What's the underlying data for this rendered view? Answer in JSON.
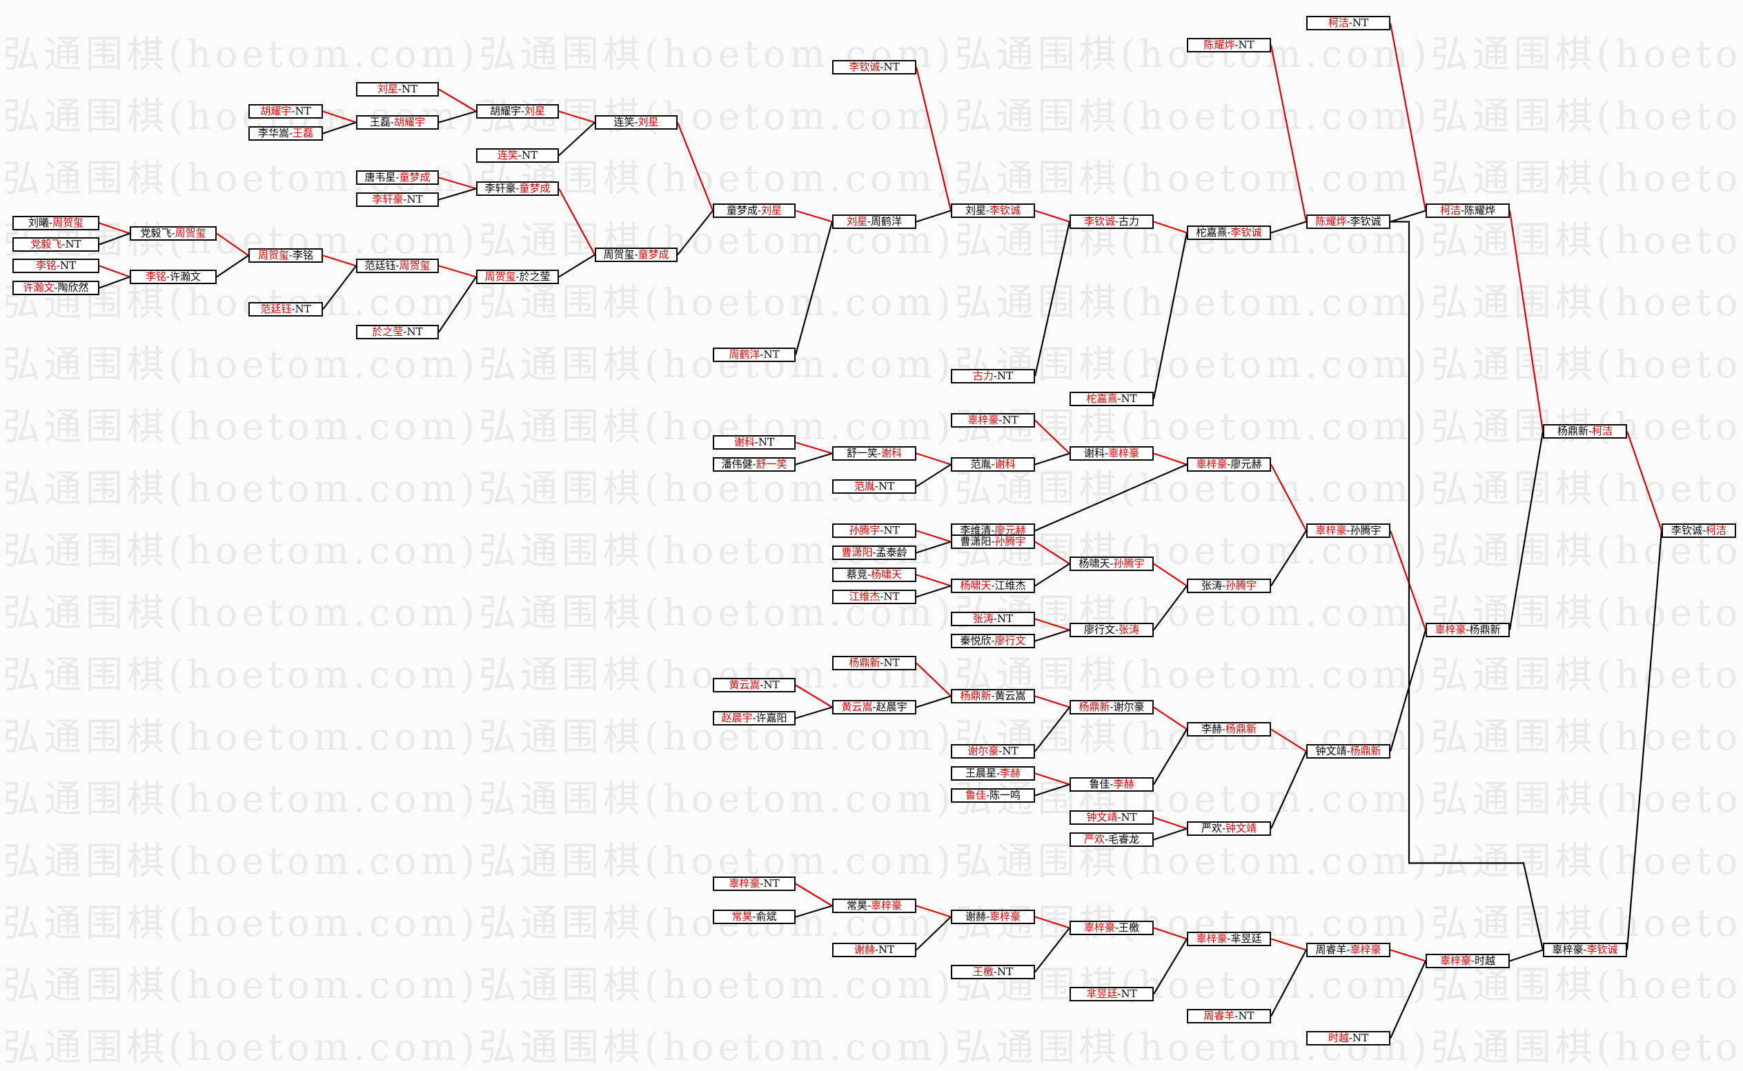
{
  "watermark": "弘通围棋(hoetom.com)",
  "colors": {
    "winner": "#e00000",
    "loser": "#000000"
  },
  "nodes": {
    "A1": {
      "a": "刘曦",
      "b": "周贺玺",
      "w": "b"
    },
    "A2": {
      "a": "党毅飞",
      "b": "NT",
      "w": "a"
    },
    "A3": {
      "a": "李铭",
      "b": "NT",
      "w": "a"
    },
    "A4": {
      "a": "许瀚文",
      "b": "陶欣然",
      "w": "a"
    },
    "B1": {
      "a": "党毅飞",
      "b": "周贺玺",
      "w": "b"
    },
    "B2": {
      "a": "李铭",
      "b": "许瀚文",
      "w": "a"
    },
    "C1": {
      "a": "胡耀宇",
      "b": "NT",
      "w": "a"
    },
    "C2": {
      "a": "李华嵩",
      "b": "王磊",
      "w": "b"
    },
    "C3": {
      "a": "周贺玺",
      "b": "李铭",
      "w": "a"
    },
    "C4": {
      "a": "范廷钰",
      "b": "NT",
      "w": "a"
    },
    "D1": {
      "a": "刘星",
      "b": "NT",
      "w": "a"
    },
    "D2": {
      "a": "王磊",
      "b": "胡耀宇",
      "w": "b"
    },
    "D3": {
      "a": "唐韦星",
      "b": "童梦成",
      "w": "b"
    },
    "D4": {
      "a": "李轩豪",
      "b": "NT",
      "w": "a"
    },
    "D5": {
      "a": "范廷钰",
      "b": "周贺玺",
      "w": "b"
    },
    "D6": {
      "a": "於之莹",
      "b": "NT",
      "w": "a"
    },
    "E1": {
      "a": "胡耀宇",
      "b": "刘星",
      "w": "b"
    },
    "E2": {
      "a": "连笑",
      "b": "NT",
      "w": "a"
    },
    "E3": {
      "a": "李轩豪",
      "b": "童梦成",
      "w": "b"
    },
    "E4": {
      "a": "周贺玺",
      "b": "於之莹",
      "w": "a"
    },
    "F1": {
      "a": "连笑",
      "b": "刘星",
      "w": "b"
    },
    "F2": {
      "a": "周贺玺",
      "b": "童梦成",
      "w": "b"
    },
    "G1": {
      "a": "谢科",
      "b": "NT",
      "w": "a"
    },
    "G2": {
      "a": "潘伟健",
      "b": "舒一笑",
      "w": "b"
    },
    "G3": {
      "a": "黄云嵩",
      "b": "NT",
      "w": "a"
    },
    "G4": {
      "a": "赵晨宇",
      "b": "许嘉阳",
      "w": "a"
    },
    "G5": {
      "a": "辜梓豪",
      "b": "NT",
      "w": "a"
    },
    "G6": {
      "a": "常昊",
      "b": "俞斌",
      "w": "a"
    },
    "H1": {
      "a": "童梦成",
      "b": "刘星",
      "w": "b"
    },
    "H2": {
      "a": "周鹤洋",
      "b": "NT",
      "w": "a"
    },
    "I1": {
      "a": "李钦诚",
      "b": "NT",
      "w": "a"
    },
    "I2": {
      "a": "刘星",
      "b": "周鹤洋",
      "w": "a"
    },
    "I3": {
      "a": "舒一笑",
      "b": "谢科",
      "w": "b"
    },
    "I4": {
      "a": "范胤",
      "b": "NT",
      "w": "a"
    },
    "I5": {
      "a": "孙腾宇",
      "b": "NT",
      "w": "a"
    },
    "I6": {
      "a": "曹潇阳",
      "b": "孟泰龄",
      "w": "a"
    },
    "I7": {
      "a": "蔡竞",
      "b": "杨啸天",
      "w": "b"
    },
    "I8": {
      "a": "江维杰",
      "b": "NT",
      "w": "a"
    },
    "I9": {
      "a": "杨鼎新",
      "b": "NT",
      "w": "a"
    },
    "I10": {
      "a": "黄云嵩",
      "b": "赵晨宇",
      "w": "a"
    },
    "I11": {
      "a": "常昊",
      "b": "辜梓豪",
      "w": "b"
    },
    "I12": {
      "a": "谢赫",
      "b": "NT",
      "w": "a"
    },
    "J1": {
      "a": "刘星",
      "b": "李钦诚",
      "w": "b"
    },
    "J2": {
      "a": "古力",
      "b": "NT",
      "w": "a"
    },
    "J3": {
      "a": "辜梓豪",
      "b": "NT",
      "w": "a"
    },
    "J4": {
      "a": "范胤",
      "b": "谢科",
      "w": "b"
    },
    "J5": {
      "a": "李维清",
      "b": "廖元赫",
      "w": "b"
    },
    "J6": {
      "a": "曹潇阳",
      "b": "孙腾宇",
      "w": "b"
    },
    "J7": {
      "a": "杨啸天",
      "b": "江维杰",
      "w": "a"
    },
    "J8": {
      "a": "张涛",
      "b": "NT",
      "w": "a"
    },
    "J9": {
      "a": "秦悦欣",
      "b": "廖行文",
      "w": "b"
    },
    "J10": {
      "a": "杨鼎新",
      "b": "黄云嵩",
      "w": "a"
    },
    "J11": {
      "a": "谢尔豪",
      "b": "NT",
      "w": "a"
    },
    "J12": {
      "a": "王晨星",
      "b": "李赫",
      "w": "b"
    },
    "J13": {
      "a": "鲁佳",
      "b": "陈一鸣",
      "w": "a"
    },
    "J14": {
      "a": "谢赫",
      "b": "辜梓豪",
      "w": "b"
    },
    "J15": {
      "a": "王檄",
      "b": "NT",
      "w": "a"
    },
    "K1": {
      "a": "李钦诚",
      "b": "古力",
      "w": "a"
    },
    "K2": {
      "a": "柁嘉熹",
      "b": "NT",
      "w": "a"
    },
    "K3": {
      "a": "谢科",
      "b": "辜梓豪",
      "w": "b"
    },
    "K4": {
      "a": "杨啸天",
      "b": "孙腾宇",
      "w": "b"
    },
    "K5": {
      "a": "廖行文",
      "b": "张涛",
      "w": "b"
    },
    "K6": {
      "a": "杨鼎新",
      "b": "谢尔豪",
      "w": "a"
    },
    "K7": {
      "a": "鲁佳",
      "b": "李赫",
      "w": "b"
    },
    "K8": {
      "a": "钟文靖",
      "b": "NT",
      "w": "a"
    },
    "K9": {
      "a": "严欢",
      "b": "毛睿龙",
      "w": "a"
    },
    "K10": {
      "a": "辜梓豪",
      "b": "王檄",
      "w": "a"
    },
    "K11": {
      "a": "芈昱廷",
      "b": "NT",
      "w": "a"
    },
    "L1": {
      "a": "陈耀烨",
      "b": "NT",
      "w": "a"
    },
    "L2": {
      "a": "柁嘉熹",
      "b": "李钦诚",
      "w": "b"
    },
    "L3": {
      "a": "辜梓豪",
      "b": "廖元赫",
      "w": "a"
    },
    "L4": {
      "a": "张涛",
      "b": "孙腾宇",
      "w": "b"
    },
    "L5": {
      "a": "李赫",
      "b": "杨鼎新",
      "w": "b"
    },
    "L6": {
      "a": "严欢",
      "b": "钟文靖",
      "w": "b"
    },
    "L7": {
      "a": "辜梓豪",
      "b": "芈昱廷",
      "w": "a"
    },
    "L8": {
      "a": "周睿羊",
      "b": "NT",
      "w": "a"
    },
    "M1": {
      "a": "柯洁",
      "b": "NT",
      "w": "a"
    },
    "M2": {
      "a": "陈耀烨",
      "b": "李钦诚",
      "w": "a"
    },
    "M3": {
      "a": "辜梓豪",
      "b": "孙腾宇",
      "w": "a"
    },
    "M4": {
      "a": "钟文靖",
      "b": "杨鼎新",
      "w": "b"
    },
    "M5": {
      "a": "周睿羊",
      "b": "辜梓豪",
      "w": "b"
    },
    "M6": {
      "a": "时越",
      "b": "NT",
      "w": "a"
    },
    "N1": {
      "a": "柯洁",
      "b": "陈耀烨",
      "w": "a"
    },
    "N2": {
      "a": "辜梓豪",
      "b": "杨鼎新",
      "w": "a"
    },
    "N3": {
      "a": "辜梓豪",
      "b": "时越",
      "w": "a"
    },
    "O1": {
      "a": "杨鼎新",
      "b": "柯洁",
      "w": "b"
    },
    "O2": {
      "a": "辜梓豪",
      "b": "李钦诚",
      "w": "b"
    },
    "P1": {
      "a": "李钦诚",
      "b": "柯洁",
      "w": "b"
    }
  }
}
